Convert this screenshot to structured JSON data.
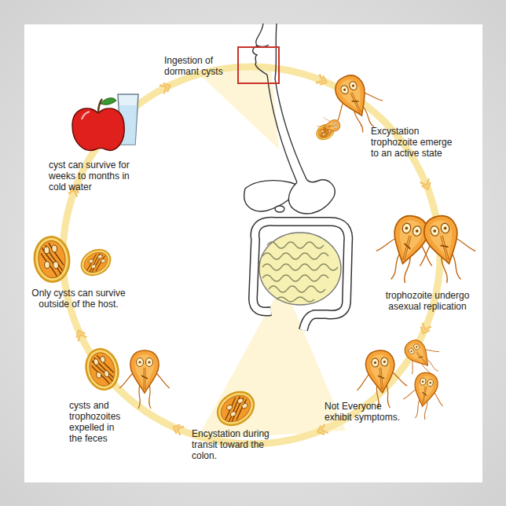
{
  "diagram": {
    "labels": [
      "Ingestion of dormant cysts",
      "Excystation trophozoite emerge to an active state",
      "trophozoite undergo asexual replication",
      "Not Everyone exhibit symptoms.",
      "Encystation during transit toward the colon.",
      "cysts and trophozoites expelled in the feces",
      "Only cysts can survive outside of the host.",
      "cyst can survive for weeks to months in cold water"
    ]
  }
}
